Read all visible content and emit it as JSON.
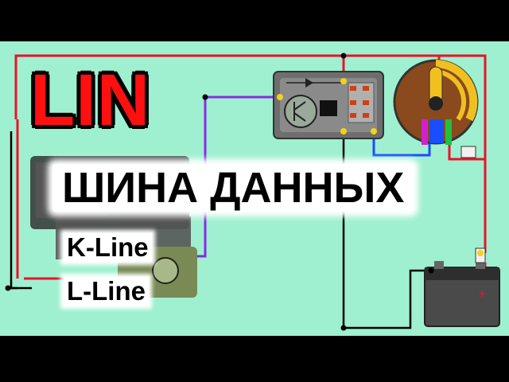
{
  "title": "LIN",
  "subtitle": "ШИНА  ДАННЫХ",
  "lines": {
    "k_line": "K-Line",
    "l_line": "L-Line"
  },
  "colors": {
    "background": "#9ff0d0",
    "title_red": "#ff1010",
    "wire_red": "#e8132c",
    "wire_black": "#000000",
    "wire_purple": "#8a2be2",
    "wire_blue": "#1a4dff",
    "junction": "#f2d21a"
  },
  "components": {
    "control_module": "relay-control-module",
    "rotary_switch": "rotary-switch",
    "battery": "car-battery"
  }
}
